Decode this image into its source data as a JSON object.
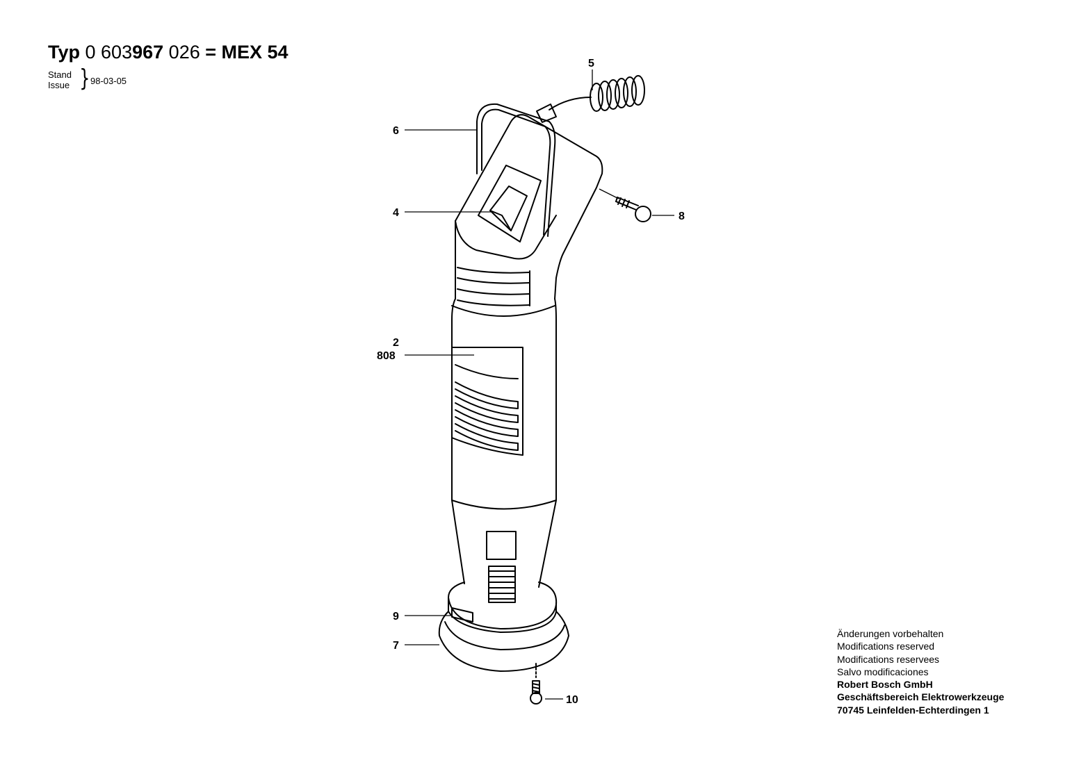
{
  "header": {
    "typ_word": "Typ",
    "num_normal_1": "0 603",
    "num_bold": "967",
    "num_normal_2": "026",
    "model": "= MEX 54",
    "stand_label": "Stand",
    "issue_label": "Issue",
    "date": "98-03-05"
  },
  "callouts": {
    "p5": "5",
    "p6": "6",
    "p4": "4",
    "p8": "8",
    "p2": "2",
    "p808": "808",
    "p9": "9",
    "p7": "7",
    "p10": "10"
  },
  "footer": {
    "line1": "Änderungen vorbehalten",
    "line2": "Modifications reserved",
    "line3": "Modifications reservees",
    "line4": "Salvo modificaciones",
    "company": "Robert Bosch GmbH",
    "division": "Geschäftsbereich Elektrowerkzeuge",
    "address": "70745 Leinfelden-Echterdingen 1"
  }
}
